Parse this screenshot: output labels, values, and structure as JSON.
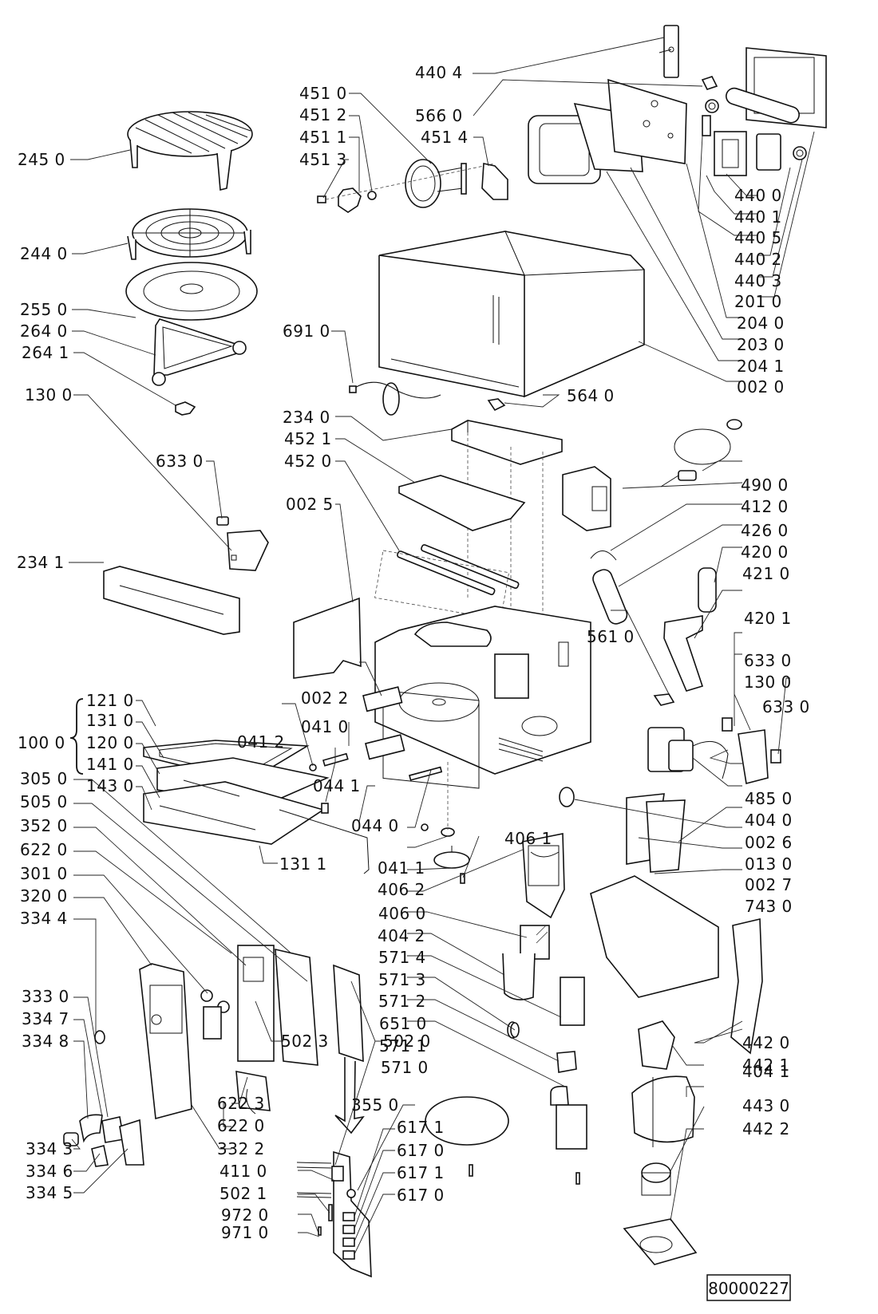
{
  "diagram": {
    "title": "Microwave oven exploded parts view",
    "reference_number": "80000227",
    "group": {
      "label": "100 0",
      "members": [
        "121 0",
        "131 0",
        "120 0",
        "141 0",
        "143 0"
      ]
    },
    "labels": {
      "l4404": "440 4",
      "l4510": "451 0",
      "l4512": "451 2",
      "l4511": "451 1",
      "l4513": "451 3",
      "l5660": "566 0",
      "l4514": "451 4",
      "l2450": "245 0",
      "l2440": "244 0",
      "l2550": "255 0",
      "l2640": "264 0",
      "l2641": "264 1",
      "l1300a": "130 0",
      "l6330a": "633 0",
      "l2341": "234 1",
      "l6910": "691 0",
      "l2340": "234 0",
      "l4521": "452 1",
      "l4520": "452 0",
      "l0025": "002 5",
      "l5640": "564 0",
      "l4400": "440 0",
      "l4401": "440 1",
      "l4405": "440 5",
      "l4402": "440 2",
      "l4403": "440 3",
      "l2010": "201 0",
      "l2040": "204 0",
      "l2030": "203 0",
      "l2041": "204 1",
      "l0020": "002 0",
      "l4900": "490 0",
      "l4120": "412 0",
      "l4260": "426 0",
      "l4200": "420 0",
      "l4210": "421 0",
      "l4201": "420 1",
      "l5610": "561 0",
      "l6330b": "633 0",
      "l1300b": "130 0",
      "l6330c": "633 0",
      "l4850": "485 0",
      "l4040": "404 0",
      "l0026": "002 6",
      "l0130": "013 0",
      "l0027": "002 7",
      "l7430": "743 0",
      "l0022": "002 2",
      "l0410": "041 0",
      "l0412": "041 2",
      "l0441": "044 1",
      "l0440": "044 0",
      "l0411": "041 1",
      "l4062": "406 2",
      "l4061": "406 1",
      "l4060": "406 0",
      "l4042": "404 2",
      "l5714": "571 4",
      "l5713": "571 3",
      "l5712": "571 2",
      "l6510": "651 0",
      "l5711": "571 1",
      "l5710": "571 0",
      "l1311": "131 1",
      "l3050": "305 0",
      "l5050": "505 0",
      "l3520": "352 0",
      "l6220": "622 0",
      "l3010": "301 0",
      "l3200": "320 0",
      "l3344": "334 4",
      "l3330": "333 0",
      "l3347": "334 7",
      "l3348": "334 8",
      "l3343": "334 3",
      "l3346": "334 6",
      "l3345": "334 5",
      "l5023": "502 3",
      "l5020": "502 0",
      "l6223": "622 3",
      "l6220b": "622 0",
      "l3322": "332 2",
      "l4110": "411 0",
      "l5021": "502 1",
      "l9720": "972 0",
      "l9710": "971 0",
      "l3550": "355 0",
      "l6171a": "617 1",
      "l6170a": "617 0",
      "l6171b": "617 1",
      "l6170b": "617 0",
      "l4041": "404 1",
      "l4420": "442 0",
      "l4421": "442 1",
      "l4430": "443 0",
      "l4422": "442 2"
    }
  }
}
